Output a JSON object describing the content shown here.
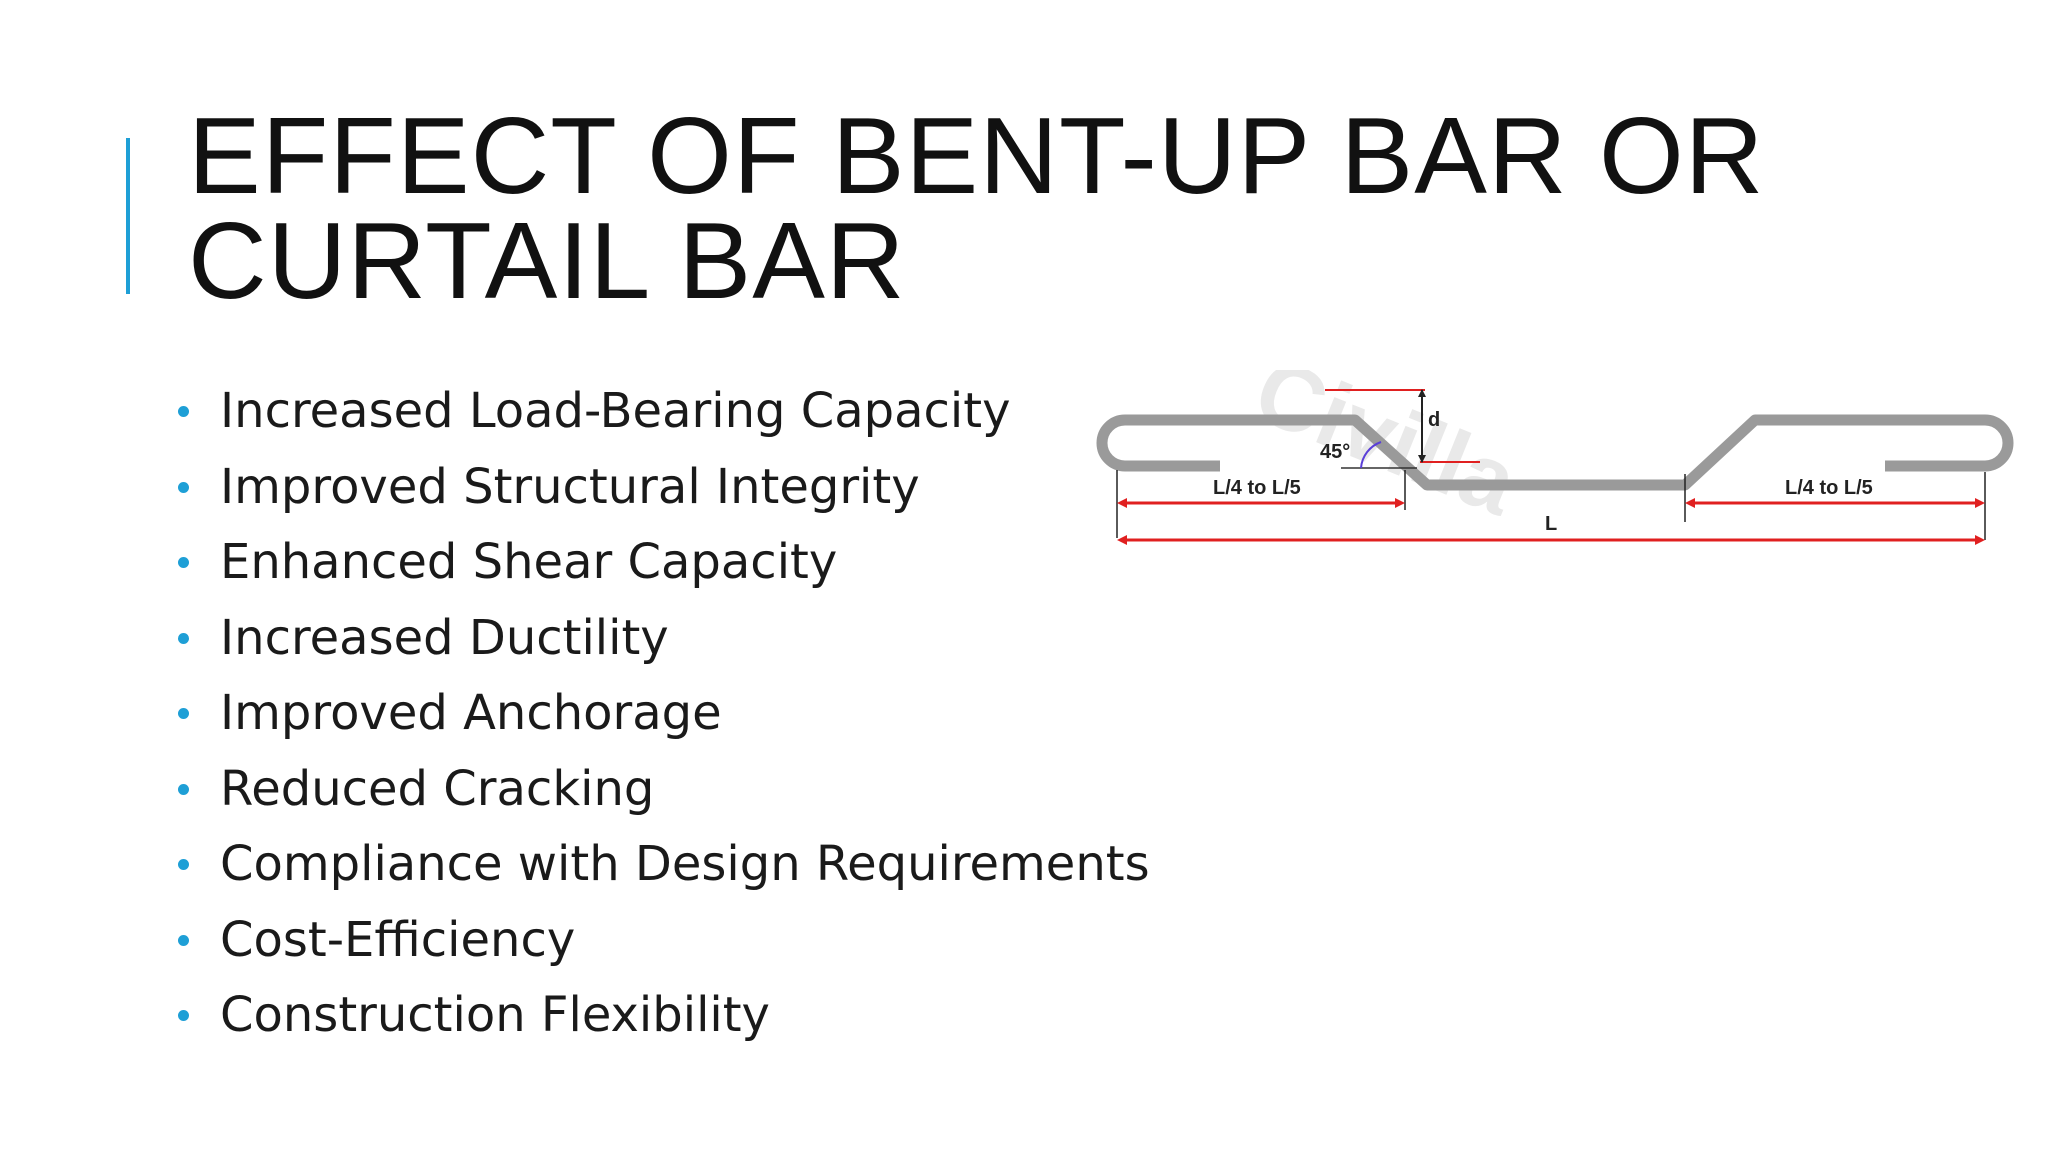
{
  "slide": {
    "title_line1": "EFFECT OF BENT-UP BAR OR",
    "title_line2": "CURTAIL BAR",
    "accent_color": "#1e9fd6",
    "bullets": [
      "Increased Load-Bearing Capacity",
      "Improved Structural Integrity",
      "Enhanced Shear Capacity",
      "Increased Ductility",
      "Improved Anchorage",
      "Reduced Cracking",
      "Compliance with Design Requirements",
      "Cost-Efficiency",
      "Construction Flexibility"
    ]
  },
  "diagram": {
    "bar_color": "#9a9a9a",
    "dimension_color": "#e02020",
    "angle_arc_color": "#5a3fd8",
    "watermark": "Civilla",
    "label_d": "d",
    "label_angle": "45°",
    "label_left": "L/4 to L/5",
    "label_right": "L/4 to L/5",
    "label_total": "L"
  }
}
